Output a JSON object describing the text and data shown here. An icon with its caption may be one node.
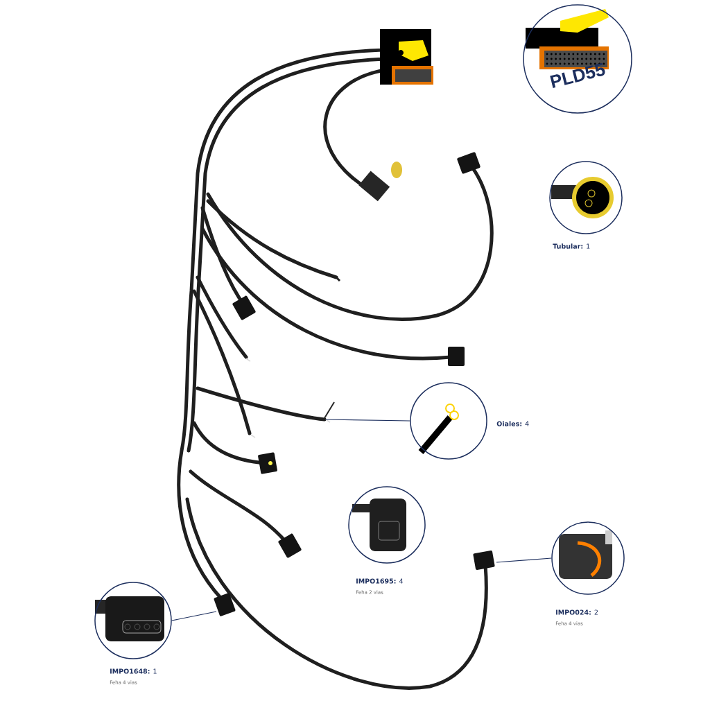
{
  "diagram": {
    "nodes": [
      {
        "text": [
          "PLD55"
        ]
      },
      {
        "text": [],
        "shape": "picture",
        "beside": [
          "**Tubular:** 1"
        ]
      },
      {
        "text": [],
        "shape": "picture",
        "beside": [
          "**Oiales:** 4"
        ]
      },
      {
        "text": [],
        "shape": "picture",
        "beside": [
          "**IMPO1695:** 4",
          "Feha 2 vias"
        ]
      },
      {
        "text": [],
        "shape": "picture",
        "beside": [
          "**IMPO024:** 2",
          "Feha 4 vias"
        ]
      },
      {
        "text": [],
        "shape": "picture",
        "beside": [
          "**IMPO1648:** 1",
          "Feha 4 vias"
        ]
      }
    ],
    "edges": [
      {
        "from": 2,
        "to": null,
        "arrow": "none"
      },
      {
        "from": 4,
        "to": null,
        "arrow": "none"
      },
      {
        "from": 5,
        "to": null,
        "arrow": "none"
      }
    ]
  }
}
